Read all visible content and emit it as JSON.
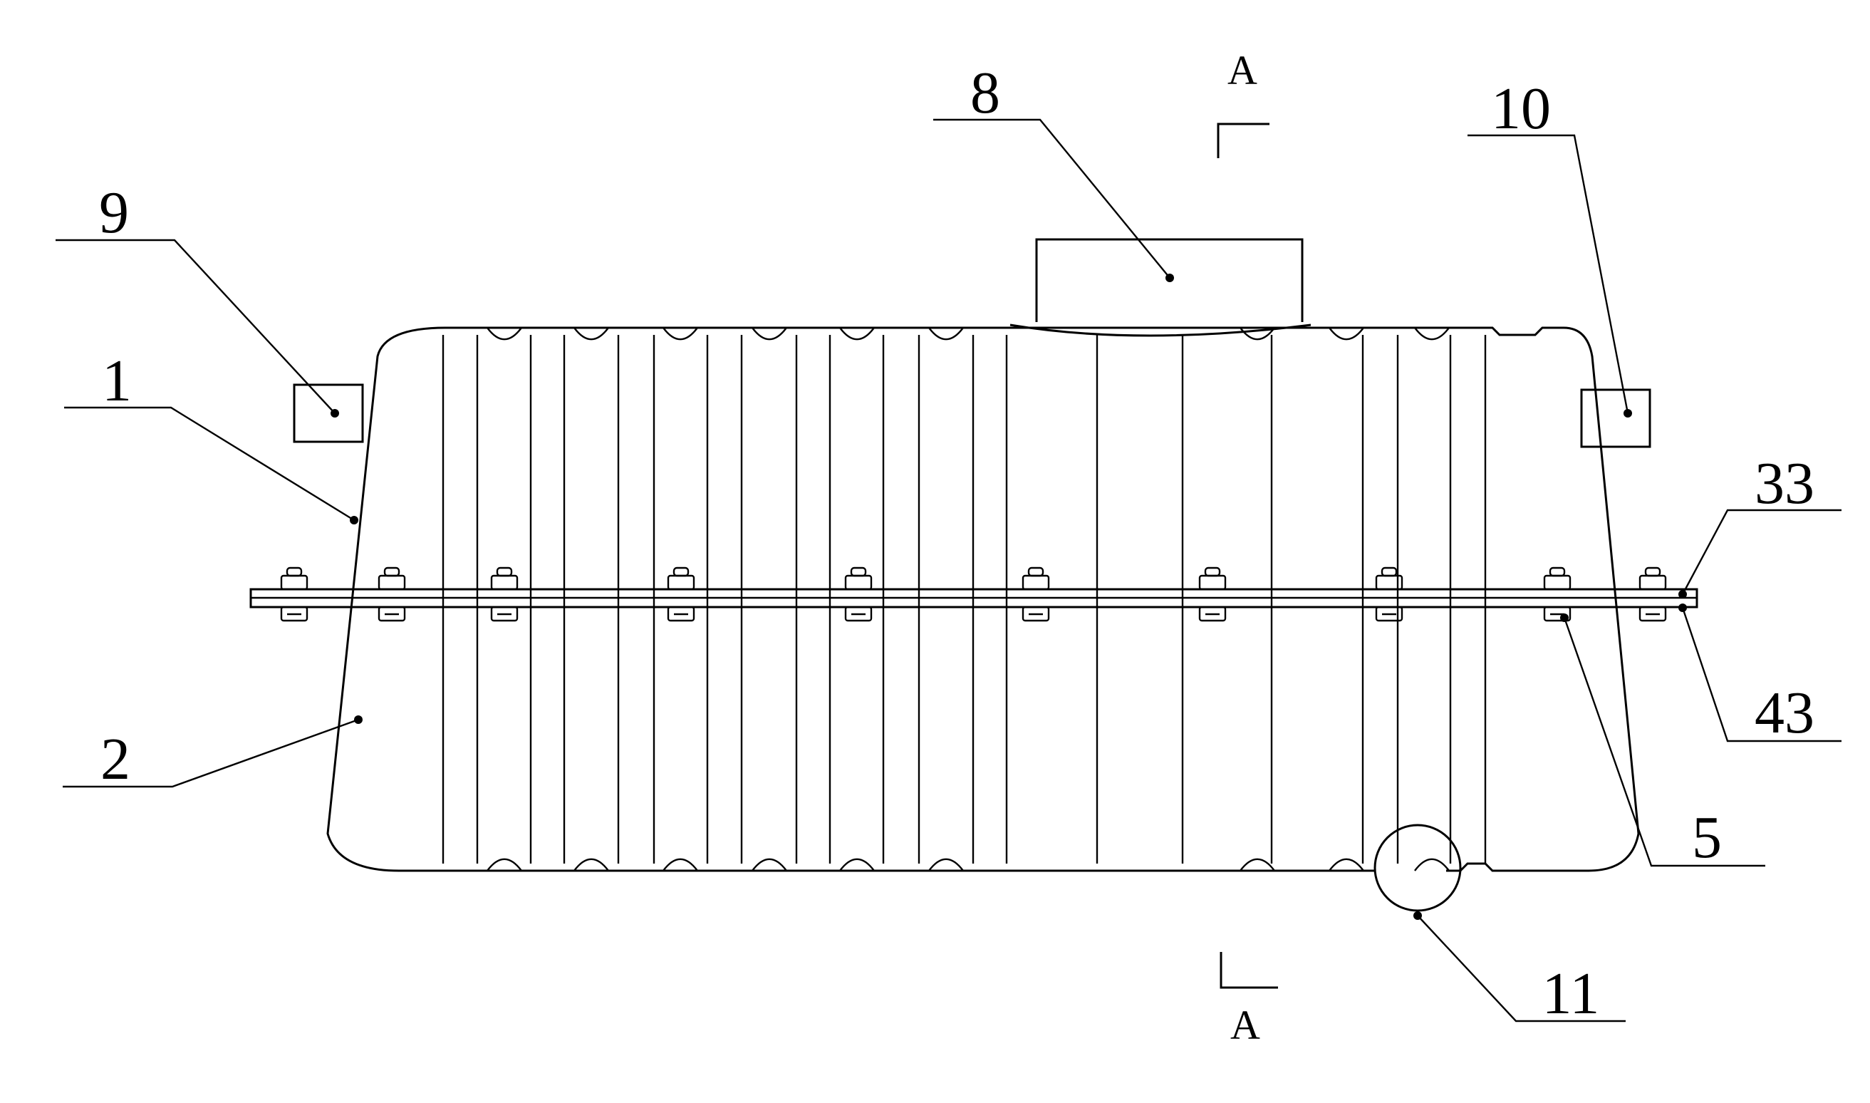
{
  "labels": {
    "part_1": "1",
    "part_2": "2",
    "part_5": "5",
    "part_8": "8",
    "part_9": "9",
    "part_10": "10",
    "part_11": "11",
    "part_33": "33",
    "part_43": "43"
  },
  "section_marks": {
    "top": "A",
    "bottom": "A"
  }
}
